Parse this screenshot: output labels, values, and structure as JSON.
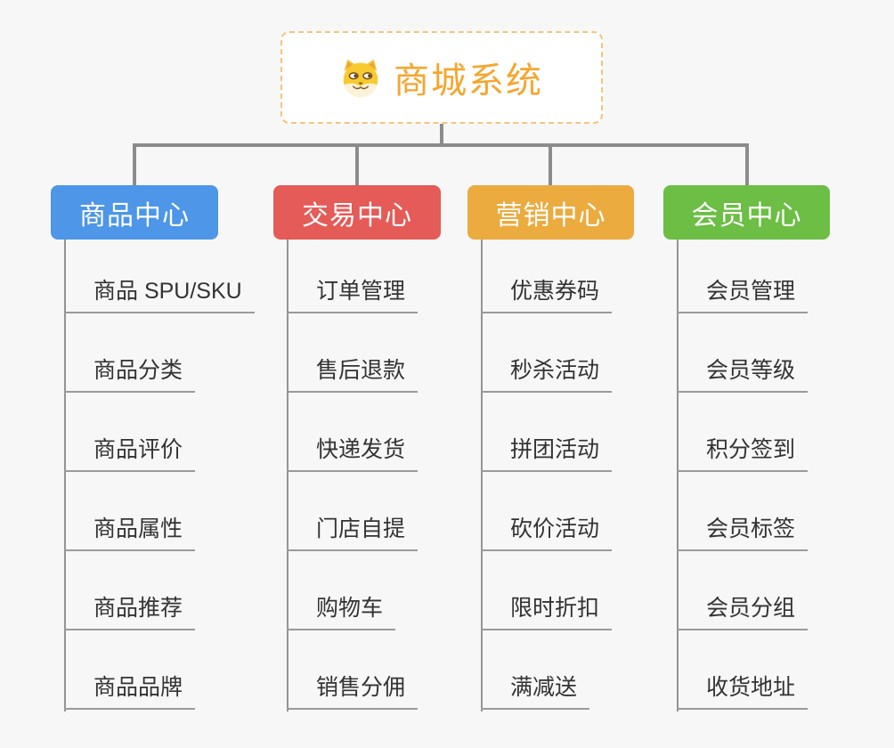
{
  "root": {
    "title": "商城系统",
    "icon": "dog-face-icon"
  },
  "branches": [
    {
      "label": "商品中心",
      "color": "#4d96e8",
      "children": [
        "商品 SPU/SKU",
        "商品分类",
        "商品评价",
        "商品属性",
        "商品推荐",
        "商品品牌"
      ]
    },
    {
      "label": "交易中心",
      "color": "#e45b58",
      "children": [
        "订单管理",
        "售后退款",
        "快递发货",
        "门店自提",
        "购物车",
        "销售分佣"
      ]
    },
    {
      "label": "营销中心",
      "color": "#ebab3f",
      "children": [
        "优惠券码",
        "秒杀活动",
        "拼团活动",
        "砍价活动",
        "限时折扣",
        "满减送"
      ]
    },
    {
      "label": "会员中心",
      "color": "#6cbe45",
      "children": [
        "会员管理",
        "会员等级",
        "积分签到",
        "会员标签",
        "会员分组",
        "收货地址"
      ]
    }
  ],
  "palette": {
    "background": "#f7f7f7",
    "root_border": "#f6c479",
    "root_text": "#f5a62f",
    "connector": "#8c8c8c",
    "leaf_line": "#9a9a9a",
    "leaf_text": "#333333"
  }
}
